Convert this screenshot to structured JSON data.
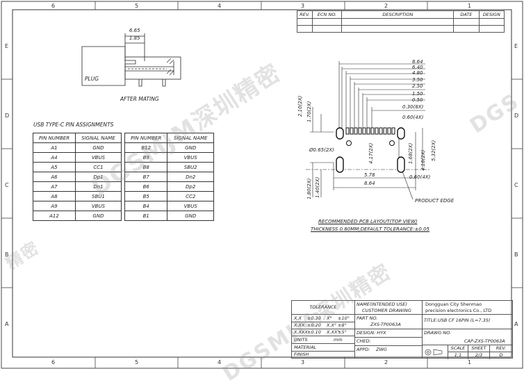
{
  "zones": {
    "top": [
      "6",
      "5",
      "4",
      "3",
      "2",
      "1"
    ],
    "bottom": [
      "6",
      "5",
      "4",
      "3",
      "2",
      "1"
    ],
    "left": [
      "E",
      "D",
      "C",
      "B",
      "A"
    ],
    "right": [
      "E",
      "D",
      "C",
      "B",
      "A"
    ]
  },
  "revision_table": {
    "headers": [
      "REV.",
      "ECN NO.",
      "DESCRIPTION",
      "DATE",
      "DESIGN"
    ]
  },
  "mating": {
    "dim_top": "6.65",
    "dim_second": "1.85",
    "plug_label": "PLUG",
    "caption": "AFTER MATING"
  },
  "pin_assignments": {
    "title": "USB TYPE-C PIN ASSIGNMENTS",
    "headers": [
      "PIN NUMBER",
      "SIGNAL NAME"
    ],
    "left": [
      [
        "A1",
        "GND"
      ],
      [
        "A4",
        "VBUS"
      ],
      [
        "A5",
        "CC1"
      ],
      [
        "A6",
        "Dp1"
      ],
      [
        "A7",
        "Dn1"
      ],
      [
        "A8",
        "SBU1"
      ],
      [
        "A9",
        "VBUS"
      ],
      [
        "A12",
        "GND"
      ]
    ],
    "right": [
      [
        "B12",
        "GND"
      ],
      [
        "B9",
        "VBUS"
      ],
      [
        "B8",
        "SBU2"
      ],
      [
        "B7",
        "Dn2"
      ],
      [
        "B6",
        "Dp2"
      ],
      [
        "B5",
        "CC2"
      ],
      [
        "B4",
        "VBUS"
      ],
      [
        "B1",
        "GND"
      ]
    ]
  },
  "pcb_layout": {
    "dims_right": [
      "8.64",
      "6.40",
      "4.80",
      "3.50",
      "2.50",
      "1.50",
      "0.50",
      "0.30(8X)",
      "0.60(4X)"
    ],
    "dims_left": [
      "2.10(2X)",
      "1.70(2X)",
      "1.80(2X)",
      "1.40(2X)"
    ],
    "dims_side": [
      "4.17(2X)",
      "1.68(2X)",
      "4.18(2X)",
      "5.32(2X)"
    ],
    "hole_dim": "Ø0.65(2X)",
    "pad_dim": "0.60(4X)",
    "dims_bottom": [
      "5.78",
      "8.64"
    ],
    "edge_label": "PRODUCT EDGE",
    "caption": "RECOMMENDED PCB LAYOUT(TOP VIEW)",
    "note": "THICKNESS 0.80MM;DEFAULT TOLERANCE:±0.05"
  },
  "title_block": {
    "tolerance_label": "TOLERANCE",
    "tolerance_rows": [
      [
        "X.X",
        "±0.30",
        "X°",
        "±10°"
      ],
      [
        "X.XX",
        "±0.20",
        "X.X°",
        "±8°"
      ],
      [
        "X.XXX",
        "±0.10",
        "X.XX°",
        "±5°"
      ]
    ],
    "units_label": "UNITS",
    "units_value": "mm",
    "material_label": "MATERIAL",
    "finish_label": "FINISH",
    "name_label": "NAME(INTENDED USE)",
    "name_value": "CUSTOMER DRAWING",
    "part_no_label": "PART NO.",
    "part_no_value": "ZXS-TP0063A",
    "design_label": "DESIGN: HYX",
    "checked_label": "CHED:",
    "approved_label": "APPD:",
    "approved_value": "ZWG",
    "company_line1": "Dongguan City Shenmao",
    "company_line2": "precision electronics Co., LTD",
    "title_label": "TITLE:",
    "title_value": "USB CF 16PIN (L=7.35)",
    "drawing_no_label": "DRAWG NO.",
    "drawing_no_value": "CAP-ZXS-TP0063A",
    "scale_label": "SCALE",
    "scale_value": "1:1",
    "sheet_label": "SHEET",
    "sheet_value": "2/3",
    "rev_label": "REV.",
    "rev_value": "D"
  },
  "watermarks": [
    "DGSMJM深圳精密",
    "DGSMJM深圳精密",
    "DGS",
    "精密"
  ]
}
